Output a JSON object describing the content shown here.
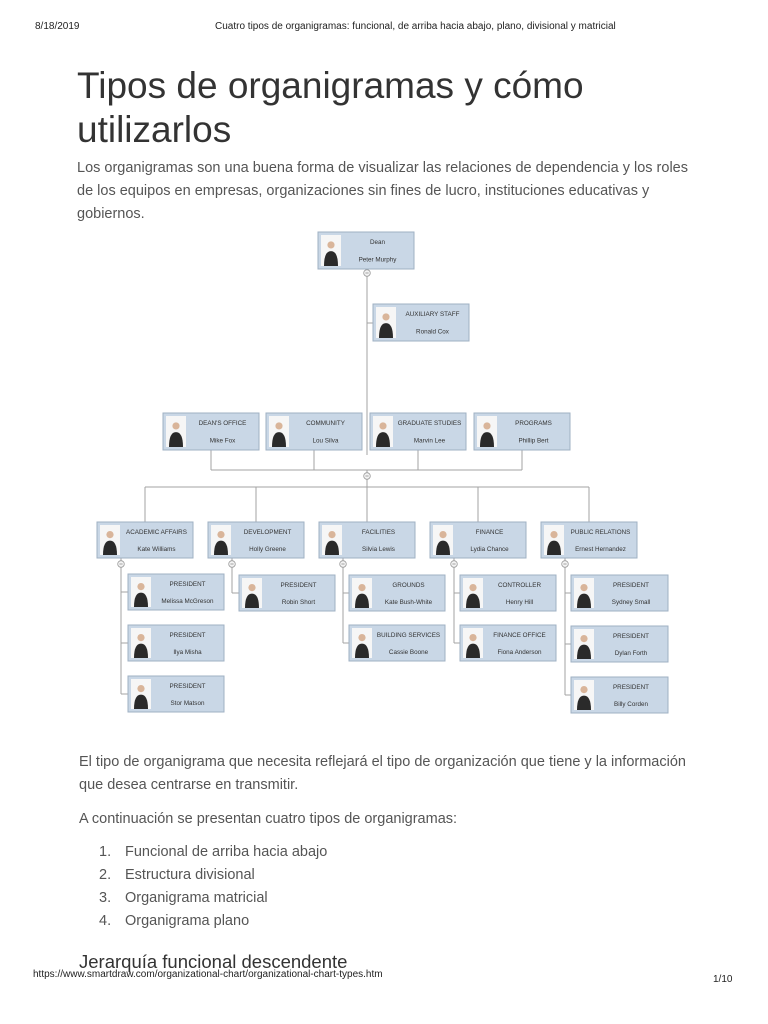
{
  "header": {
    "date": "8/18/2019",
    "title": "Cuatro tipos de organigramas: funcional, de arriba hacia abajo, plano, divisional y matricial"
  },
  "heading": "Tipos de organigramas y cómo utilizarlos",
  "intro": "Los organigramas son una buena forma de visualizar las relaciones de dependencia y los roles de los equipos en empresas, organizaciones sin fines de lucro, instituciones educativas y gobiernos.",
  "org_chart": {
    "nodes": [
      {
        "id": "dean",
        "title": "Dean",
        "name": "Peter Murphy"
      },
      {
        "id": "aux",
        "title": "AUXILIARY STAFF",
        "name": "Ronald Cox"
      },
      {
        "id": "deans-office",
        "title": "DEAN'S OFFICE",
        "name": "Mike Fox"
      },
      {
        "id": "community",
        "title": "COMMUNITY",
        "name": "Lou Silva"
      },
      {
        "id": "graduate",
        "title": "GRADUATE STUDIES",
        "name": "Marvin Lee"
      },
      {
        "id": "programs",
        "title": "PROGRAMS",
        "name": "Phillip Bert"
      },
      {
        "id": "academic",
        "title": "ACADEMIC AFFAIRS",
        "name": "Kate Williams"
      },
      {
        "id": "development",
        "title": "DEVELOPMENT",
        "name": "Holly Greene"
      },
      {
        "id": "facilities",
        "title": "FACILITIES",
        "name": "Silvia Lewis"
      },
      {
        "id": "finance",
        "title": "FINANCE",
        "name": "Lydia Chance"
      },
      {
        "id": "pr",
        "title": "PUBLIC RELATIONS",
        "name": "Ernest Hernandez"
      },
      {
        "id": "aa1",
        "title": "PRESIDENT",
        "name": "Melissa McGreson"
      },
      {
        "id": "aa2",
        "title": "PRESIDENT",
        "name": "Ilya Misha"
      },
      {
        "id": "aa3",
        "title": "PRESIDENT",
        "name": "Stor Matson"
      },
      {
        "id": "dev1",
        "title": "PRESIDENT",
        "name": "Robin Short"
      },
      {
        "id": "fac1",
        "title": "GROUNDS",
        "name": "Kate Bush-White"
      },
      {
        "id": "fac2",
        "title": "BUILDING SERVICES",
        "name": "Cassie Boone"
      },
      {
        "id": "fin1",
        "title": "CONTROLLER",
        "name": "Henry Hill"
      },
      {
        "id": "fin2",
        "title": "FINANCE OFFICE",
        "name": "Fiona Anderson"
      },
      {
        "id": "pr1",
        "title": "PRESIDENT",
        "name": "Sydney Small"
      },
      {
        "id": "pr2",
        "title": "PRESIDENT",
        "name": "Dylan Forth"
      },
      {
        "id": "pr3",
        "title": "PRESIDENT",
        "name": "Billy Corden"
      }
    ]
  },
  "after_chart": "El tipo de organigrama que necesita reflejará el tipo de organización que tiene y la información que desea centrarse en transmitir.",
  "list_intro": "A continuación se presentan cuatro tipos de organigramas:",
  "types": [
    {
      "num": "1.",
      "label": "Funcional de arriba hacia abajo"
    },
    {
      "num": "2.",
      "label": "Estructura divisional"
    },
    {
      "num": "3.",
      "label": "Organigrama matricial"
    },
    {
      "num": "4.",
      "label": "Organigrama plano"
    }
  ],
  "section_heading": "Jerarquía funcional descendente",
  "footer": {
    "url": "https://www.smartdraw.com/organizational-chart/organizational-chart-types.htm",
    "page": "1/10"
  }
}
